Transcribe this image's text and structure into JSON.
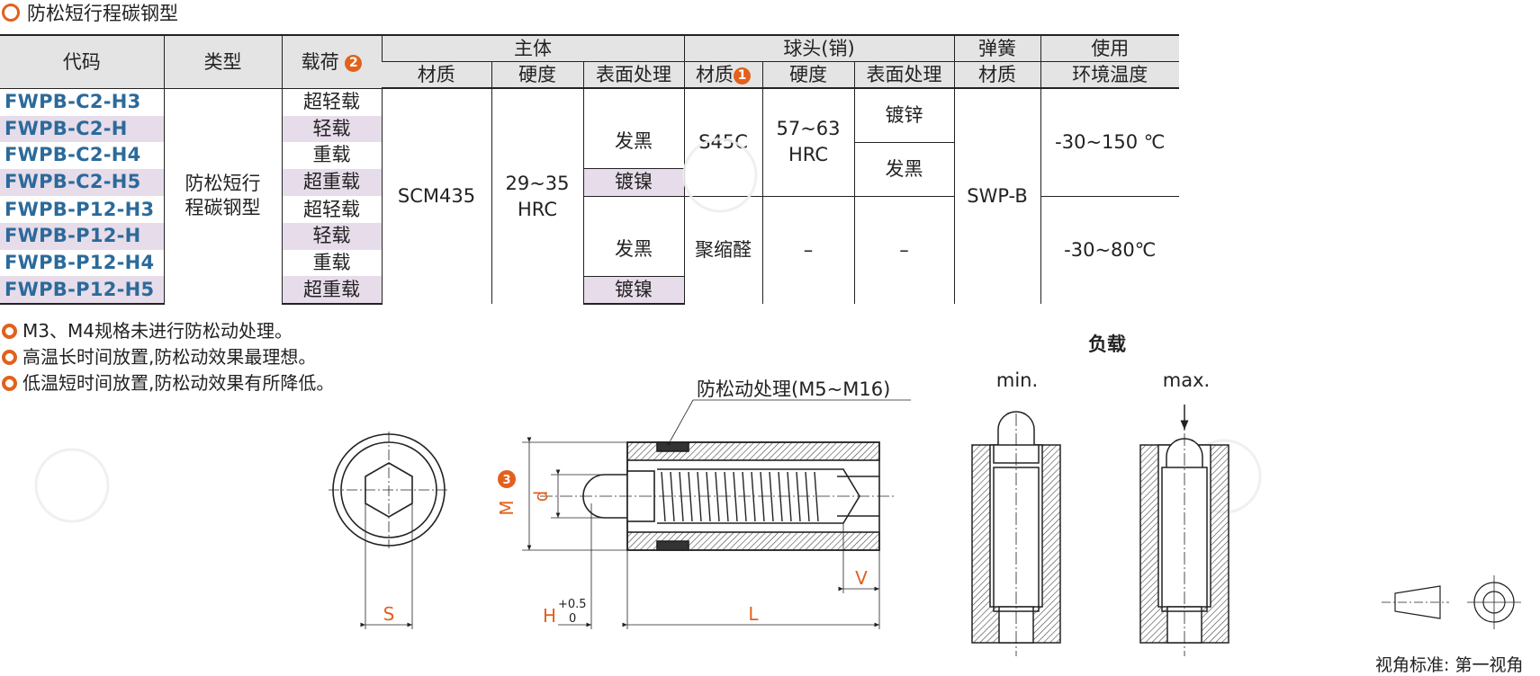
{
  "title": "防松短行程碳钢型",
  "colors": {
    "accent": "#e2611c",
    "code_blue": "#2b6a9a",
    "row_stripe": "#e7dcea",
    "header_bg": "#e4e4e4"
  },
  "table": {
    "headers": {
      "code": "代码",
      "type": "类型",
      "load": "载荷",
      "load_badge": "2",
      "body": "主体",
      "ball": "球头(销)",
      "spring": "弹簧",
      "env": "使用",
      "env2": "环境温度",
      "material": "材质",
      "hardness": "硬度",
      "surface": "表面处理",
      "ball_material": "材质",
      "ball_badge": "1",
      "ball_hardness": "硬度",
      "ball_surface": "表面处理",
      "spring_material": "材质"
    },
    "codes": [
      "FWPB-C2-H3",
      "FWPB-C2-H",
      "FWPB-C2-H4",
      "FWPB-C2-H5",
      "FWPB-P12-H3",
      "FWPB-P12-H",
      "FWPB-P12-H4",
      "FWPB-P12-H5"
    ],
    "type": "防松短行\n程碳钢型",
    "type_line1": "防松短行",
    "type_line2": "程碳钢型",
    "loads": [
      "超轻载",
      "轻载",
      "重载",
      "超重载",
      "超轻载",
      "轻载",
      "重载",
      "超重载"
    ],
    "body_material": "SCM435",
    "body_hardness_1": "29~35",
    "body_hardness_2": "HRC",
    "surface": {
      "black1": "发黑",
      "nickel1": "镀镍",
      "black2": "发黑",
      "nickel2": "镀镍"
    },
    "ball_material_1": "S45C",
    "ball_material_2": "聚缩醛",
    "ball_hardness_1": "57~63",
    "ball_hardness_2": "HRC",
    "ball_hardness_3": "–",
    "ball_surface_1": "镀锌",
    "ball_surface_2": "发黑",
    "ball_surface_3": "–",
    "spring_material": "SWP-B",
    "temp_1": "-30~150 ℃",
    "temp_2": "-30~80℃"
  },
  "notes": [
    "M3、M4规格未进行防松动处理。",
    "高温长时间放置,防松动效果最理想。",
    "低温短时间放置,防松动效果有所降低。"
  ],
  "drawing": {
    "anti_loose_label": "防松动处理(M5~M16)",
    "load_title": "负载",
    "min_label": "min.",
    "max_label": "max.",
    "dim_M": "M",
    "dim_M_badge": "3",
    "dim_d": "d",
    "dim_S": "S",
    "dim_H": "H",
    "dim_H_tol_upper": "+0.5",
    "dim_H_tol_lower": "0",
    "dim_L": "L",
    "dim_V": "V"
  },
  "footer": "视角标准: 第一视角"
}
